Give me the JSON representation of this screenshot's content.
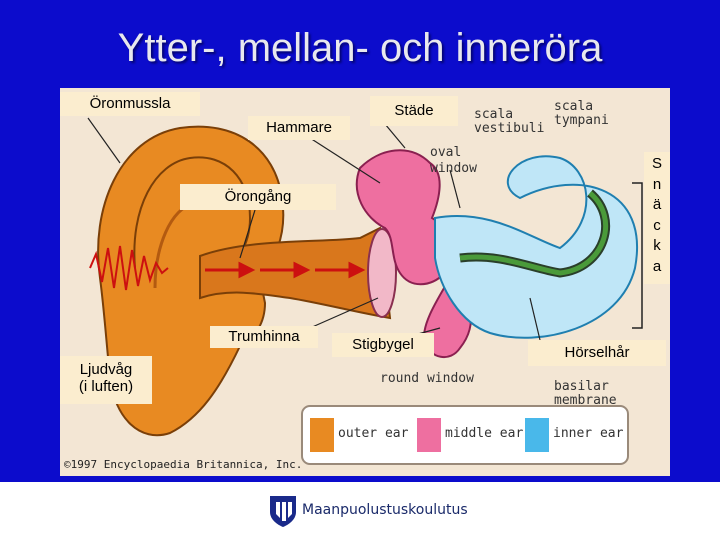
{
  "title": "Ytter-, mellan- och inneröra",
  "labels": {
    "oronmussla": "Öronmussla",
    "hammare": "Hammare",
    "stade": "Städe",
    "orongang": "Örongång",
    "trumhinna": "Trumhinna",
    "stigbygel": "Stigbygel",
    "horselhar": "Hörselhår",
    "ljudvag_line1": "Ljudvåg",
    "ljudvag_line2": "(i luften)",
    "snacka": [
      "S",
      "n",
      "ä",
      "c",
      "k",
      "a"
    ]
  },
  "captions": {
    "scala_vestibuli_1": "scala",
    "scala_vestibuli_2": "vestibuli",
    "scala_tympani_1": "scala",
    "scala_tympani_2": "tympani",
    "oval_window_1": "oval",
    "oval_window_2": "window",
    "round_window": "round window",
    "basilar_membrane": "basilar membrane",
    "copyright": "©1997 Encyclopaedia Britannica, Inc."
  },
  "legend": [
    {
      "label": "outer ear",
      "color": "#e88a22"
    },
    {
      "label": "middle ear",
      "color": "#ee6fa0"
    },
    {
      "label": "inner ear",
      "color": "#49b8ea"
    }
  ],
  "footer": {
    "org_name": "Maanpuolustuskoulutus"
  },
  "colors": {
    "slide_bg": "#0c0ccc",
    "outer_ear": "#e88a22",
    "middle_ear": "#ee6fa0",
    "inner_ear": "#49b8ea",
    "arrows": "#cc1010"
  }
}
